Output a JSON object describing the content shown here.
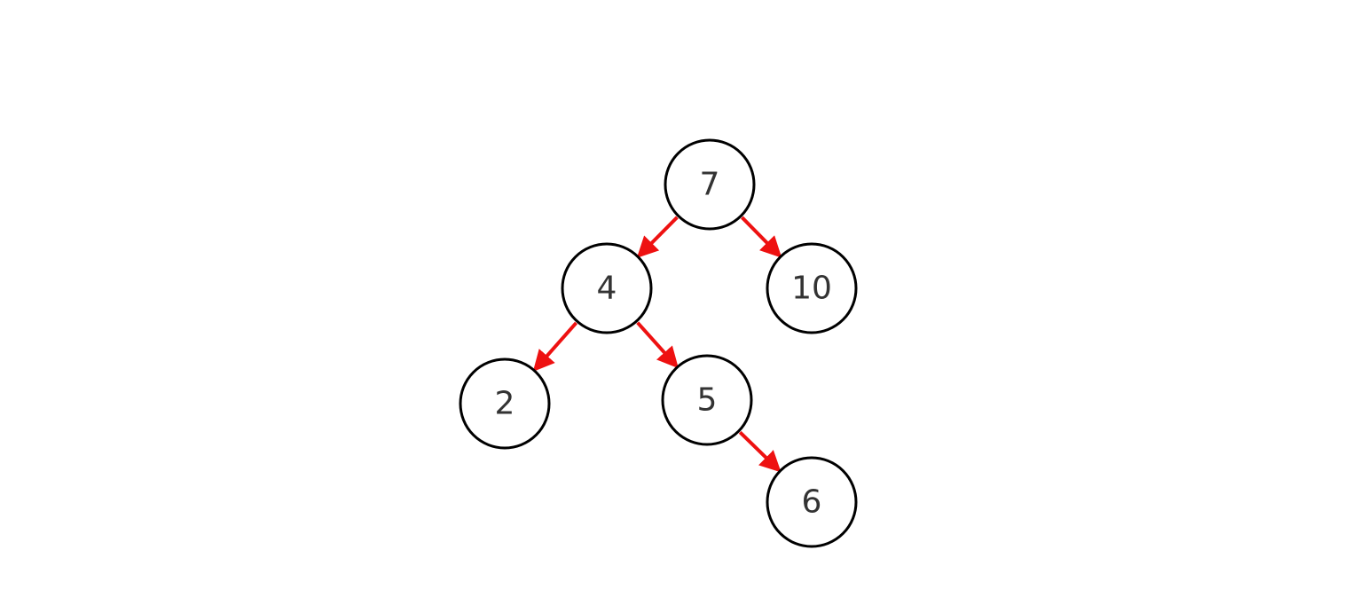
{
  "colors": {
    "edge": "#ee1111",
    "node_stroke": "#000000",
    "node_fill": "#ffffff",
    "label": "#333333"
  },
  "tree": {
    "nodes": [
      {
        "id": "n7",
        "label": "7"
      },
      {
        "id": "n4",
        "label": "4"
      },
      {
        "id": "n10",
        "label": "10"
      },
      {
        "id": "n2",
        "label": "2"
      },
      {
        "id": "n5",
        "label": "5"
      },
      {
        "id": "n6",
        "label": "6"
      }
    ],
    "edges": [
      {
        "from": "n7",
        "to": "n4"
      },
      {
        "from": "n7",
        "to": "n10"
      },
      {
        "from": "n4",
        "to": "n2"
      },
      {
        "from": "n4",
        "to": "n5"
      },
      {
        "from": "n5",
        "to": "n6"
      }
    ]
  }
}
